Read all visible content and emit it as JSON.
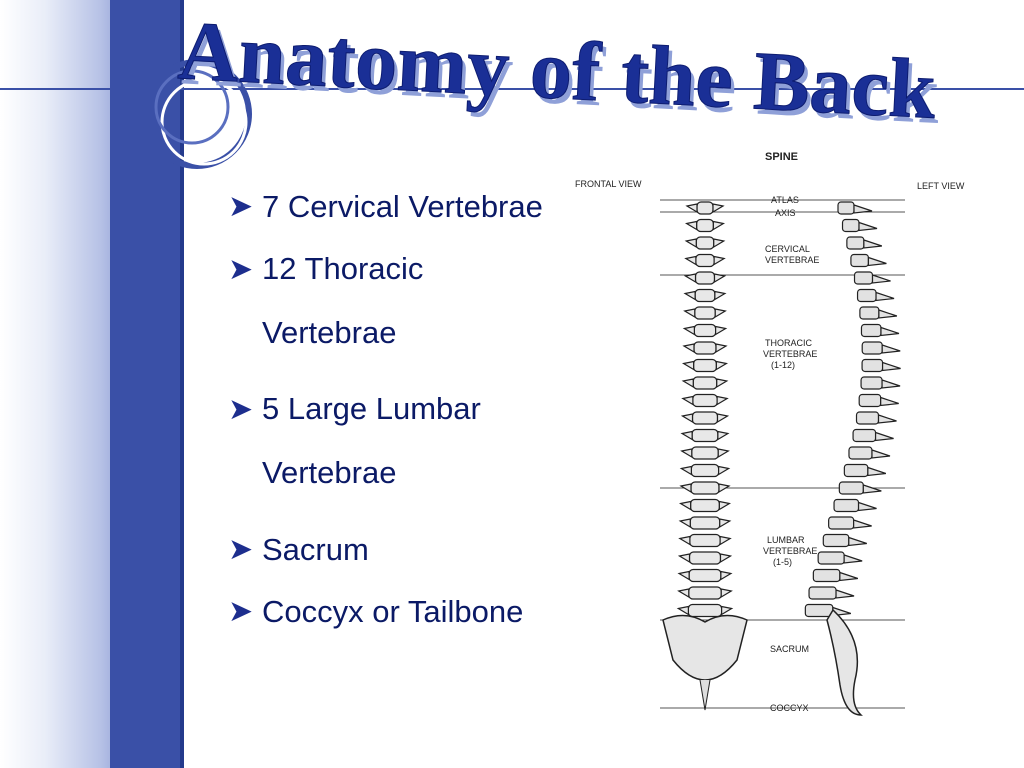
{
  "title": "Anatomy of the Back",
  "bullets": [
    {
      "text": "7 Cervical Vertebrae"
    },
    {
      "text": "12 Thoracic Vertebrae"
    },
    {
      "text": "5 Large Lumbar Vertebrae"
    },
    {
      "text": "Sacrum"
    },
    {
      "text": "Coccyx or Tailbone"
    }
  ],
  "figure": {
    "heading": "SPINE",
    "frontal": "FRONTAL VIEW",
    "left": "LEFT VIEW",
    "atlas": "ATLAS",
    "axis": "AXIS",
    "cervical1": "CERVICAL",
    "cervical2": "VERTEBRAE",
    "thoracic1": "THORACIC",
    "thoracic2": "VERTEBRAE",
    "thoracic3": "(1-12)",
    "lumbar1": "LUMBAR",
    "lumbar2": "VERTEBRAE",
    "lumbar3": "(1-5)",
    "sacrum": "SACRUM",
    "coccyx": "COCCYX"
  },
  "colors": {
    "stripe": "#3a50a7",
    "title": "#1a2f96",
    "text": "#0b1a66"
  }
}
